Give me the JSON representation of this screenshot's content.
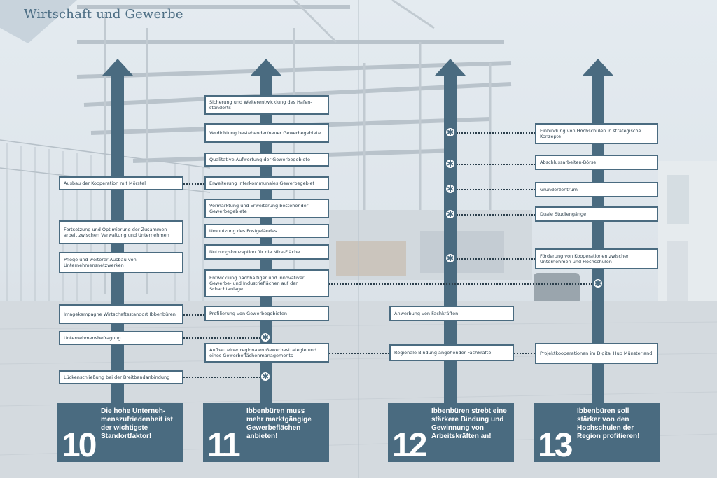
{
  "title": "Wirtschaft und Gewerbe",
  "colors": {
    "arrow": "#4a6b80",
    "box_border": "#4a6b80",
    "title": "#4e6f85",
    "text": "#2b3f4c"
  },
  "goals": [
    {
      "number": "10",
      "text": "Die hohe Unterneh-menszufriedenheit ist der wichtigste Standortfaktor!"
    },
    {
      "number": "11",
      "text": "Ibbenbüren muss mehr marktgängige Gewerbeflächen anbieten!"
    },
    {
      "number": "12",
      "text": "Ibbenbüren strebt eine stärkere Bindung und Gewinnung von Arbeitskräften an!"
    },
    {
      "number": "13",
      "text": "Ibbenbüren soll stärker von den Hochschulen der Region profitieren!"
    }
  ],
  "measures": {
    "goal10": [
      "Ausbau der Kooperation mit Mörstel",
      "Fortsetzung und Optimierung der Zusammen-arbeit zwischen Verwaltung und Unternehmen",
      "Pflege und weiterer Ausbau von Unternehmensnetzwerken",
      "Imagekampagne Wirtschaftsstandort Ibbenbüren",
      "Unternehmensbefragung",
      "Lückenschließung bei der Breitbandanbindung"
    ],
    "goal11": [
      "Sicherung und Weiterentwicklung des Hafen-standorts",
      "Verdichtung bestehender/neuer Gewerbegebiete",
      "Qualitative Aufwertung der Gewerbegebiete",
      "Erweiterung interkommunales Gewerbegebiet",
      "Vermarktung und Erweiterung bestehender Gewerbegebiete",
      "Umnutzung des Postgeländes",
      "Nutzungskonzeption für die Nike-Fläche",
      "Entwicklung nachhaltiger und innovativer Gewerbe- und Industrieflächen auf der Schachtanlage",
      "Profilierung von Gewerbegebieten",
      "Aufbau einer regionalen Gewerbestrategie und eines Gewerbeflächenmanagements"
    ],
    "goal12": [
      "Anwerbung von Fachkräften",
      "Regionale Bindung angehender Fachkräfte"
    ],
    "goal13": [
      "Einbindung von Hochschulen in strategische Konzepte",
      "Abschlussarbeiten-Börse",
      "Gründerzentrum",
      "Duale Studiengänge",
      "Förderung von Kooperationen zwischen Unternehmen und Hochschulen",
      "Projektkooperationen im Digital Hub Münsterland"
    ]
  },
  "star_glyph": "✱"
}
